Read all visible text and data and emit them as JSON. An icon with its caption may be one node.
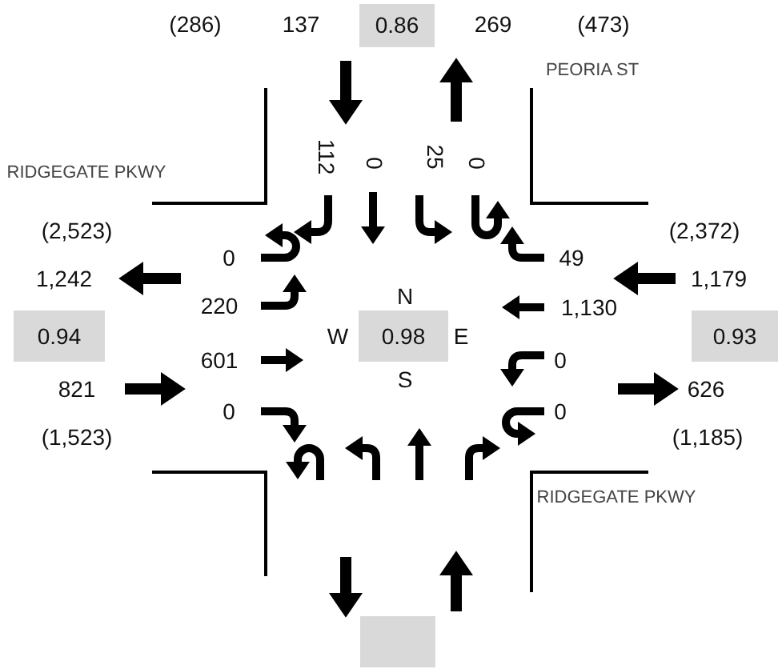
{
  "diagram": {
    "labels": [
      "(286)",
      "137",
      "0.86",
      "269",
      "(473)",
      "PEORIA ST",
      "RIDGEGATE PKWY",
      "112",
      "0",
      "25",
      "0",
      "(2,523)",
      "(2,372)",
      "0",
      "49",
      "1,242",
      "1,179",
      "220",
      "N",
      "1,130",
      "0.94",
      "W",
      "0.98",
      "E",
      "0.93",
      "601",
      "0",
      "S",
      "821",
      "626",
      "0",
      "0",
      "(1,523)",
      "(1,185)",
      "RIDGEGATE PKWY"
    ]
  }
}
